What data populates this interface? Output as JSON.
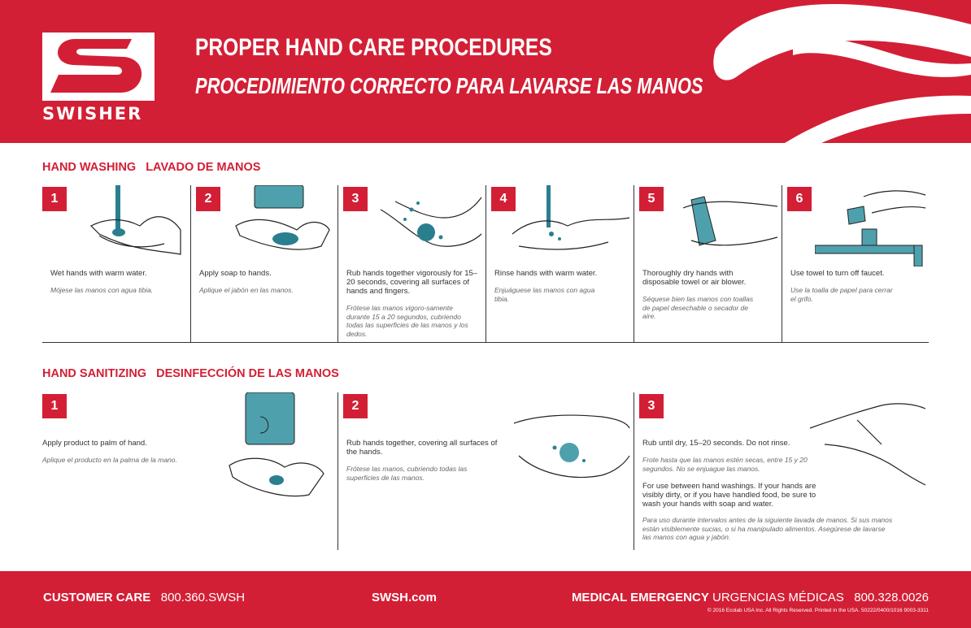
{
  "brand": {
    "name": "SWISHER",
    "colors": {
      "red": "#d31f35",
      "teal": "#2a7f8f",
      "ink": "#333333"
    }
  },
  "title": {
    "en": "PROPER HAND CARE PROCEDURES",
    "es": "PROCEDIMIENTO CORRECTO PARA LAVARSE LAS MANOS"
  },
  "washing": {
    "title_en": "HAND WASHING",
    "title_es": "LAVADO DE MANOS",
    "steps": [
      {
        "num": "1",
        "en": "Wet hands with warm water.",
        "es": "Mójese las manos con agua tibia.",
        "icon": "hands-under-water-icon"
      },
      {
        "num": "2",
        "en": "Apply soap to hands.",
        "es": "Aplique el jabón en las manos.",
        "icon": "soap-dispenser-icon"
      },
      {
        "num": "3",
        "en": "Rub hands together vigorously for 15–20 seconds, covering all surfaces of hands and fingers.",
        "es": "Frótese las manos vigoro-samente durante 15 a 20 segundos, cubriendo todas las superficies de las manos y los dedos.",
        "icon": "rubbing-hands-icon"
      },
      {
        "num": "4",
        "en": "Rinse hands with warm water.",
        "es": "Enjuáguese las manos con agua tibia.",
        "icon": "rinsing-hands-icon"
      },
      {
        "num": "5",
        "en": "Thoroughly dry hands with disposable towel or air blower.",
        "es": "Séquese bien las manos con toallas de papel desechable o secador de aire.",
        "icon": "drying-hands-icon"
      },
      {
        "num": "6",
        "en": "Use towel to turn off faucet.",
        "es": "Use la toalla de papel para cerrar el grifo.",
        "icon": "faucet-icon"
      }
    ]
  },
  "sanitizing": {
    "title_en": "HAND SANITIZING",
    "title_es": "DESINFECCIÓN DE LAS MANOS",
    "steps": [
      {
        "num": "1",
        "en": "Apply product to palm of hand.",
        "es": "Aplique el producto en la palma de la mano.",
        "icon": "sanitizer-dispenser-icon"
      },
      {
        "num": "2",
        "en": "Rub hands together, covering all surfaces of the hands.",
        "es": "Frótese las manos, cubriendo todas las superficies de las manos.",
        "icon": "rubbing-sanitizer-icon"
      },
      {
        "num": "3",
        "en": "Rub until dry, 15–20 seconds. Do not rinse.",
        "es": "Frote hasta que las manos estén secas, entre 15 y 20 segundos. No se enjuague las manos.",
        "en2": "For use between hand washings. If your hands are visibly dirty, or if you have handled food, be sure to wash your hands with soap and water.",
        "es2": "Para uso durante intervalos antes de la siguiente lavada de manos. Si sus manos están visiblemente sucias, o si ha manipulado alimentos. Asegúrese de lavarse las manos con agua y jabón.",
        "icon": "dry-hands-icon"
      }
    ]
  },
  "footer": {
    "customer_care_label": "CUSTOMER CARE",
    "customer_care_phone": "800.360.SWSH",
    "website": "SWSH.com",
    "emergency_label": "MEDICAL EMERGENCY",
    "emergency_label_es": "URGENCIAS MÉDICAS",
    "emergency_phone": "800.328.0026",
    "copyright": "© 2016 Ecolab USA Inc. All Rights Reserved. Printed in the USA. 50222/0400/1016  9003-3311"
  }
}
